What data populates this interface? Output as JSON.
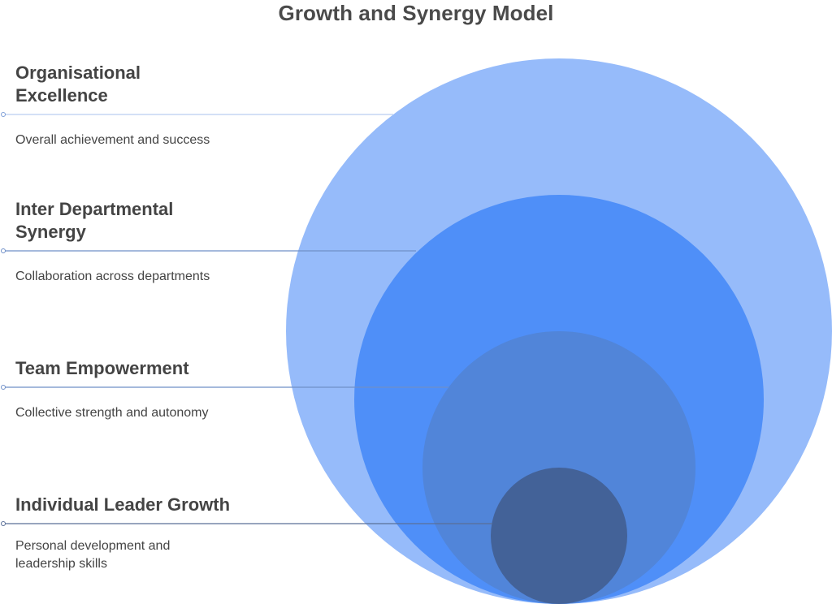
{
  "title": "Growth and Synergy Model",
  "levels": [
    {
      "name_line1": "Organisational",
      "name_line2": "Excellence",
      "description": "Overall achievement and success",
      "color": "#96bbfa"
    },
    {
      "name_line1": "Inter Departmental",
      "name_line2": "Synergy",
      "description": "Collaboration across departments",
      "color": "#4f8ff8"
    },
    {
      "name_line1": "Team Empowerment",
      "name_line2": "",
      "description": "Collective strength and autonomy",
      "color": "#5185d9"
    },
    {
      "name_line1": "Individual Leader Growth",
      "name_line2": "",
      "description_line1": "Personal development and",
      "description_line2": "leadership skills",
      "color": "#436298"
    }
  ],
  "connector_color": "#6f8fc8"
}
